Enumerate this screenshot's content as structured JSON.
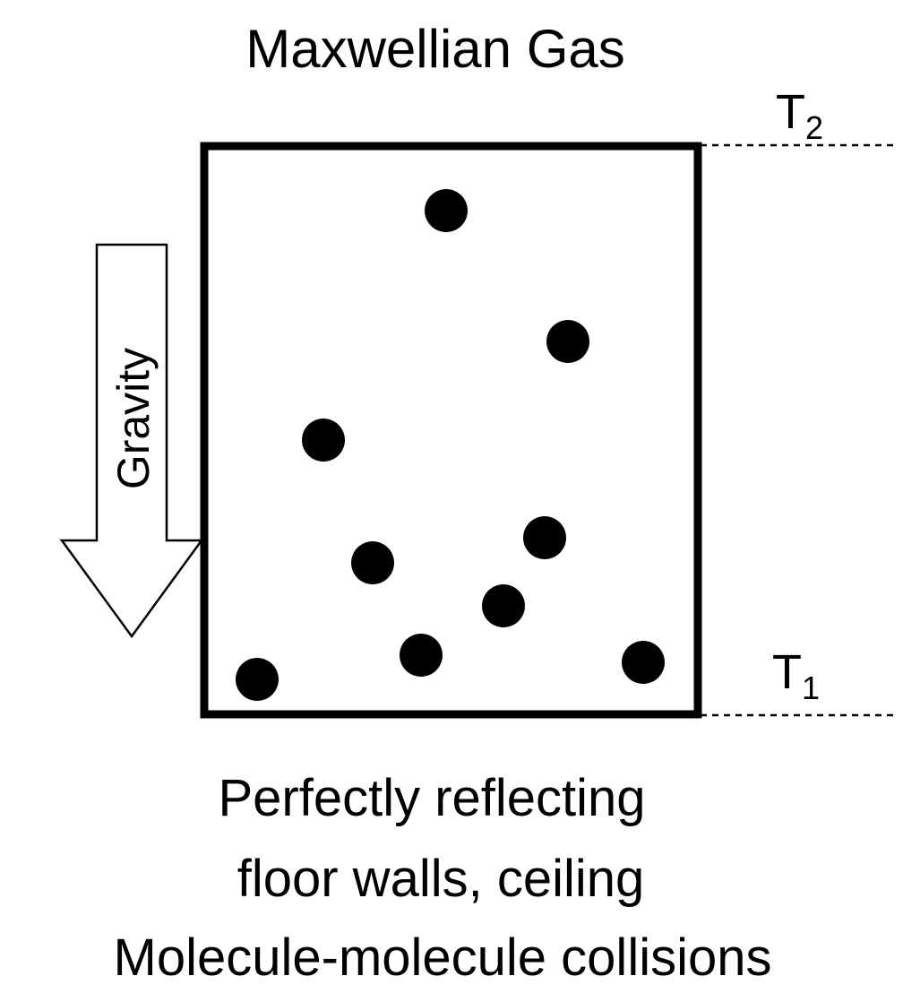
{
  "title": "Maxwellian Gas",
  "labels": {
    "top_temperature": {
      "base": "T",
      "subscript": "2"
    },
    "bottom_temperature": {
      "base": "T",
      "subscript": "1"
    },
    "gravity": "Gravity"
  },
  "caption": [
    "Perfectly reflecting",
    "floor walls, ceiling",
    "Molecule-molecule collisions"
  ],
  "molecule_count": 9
}
